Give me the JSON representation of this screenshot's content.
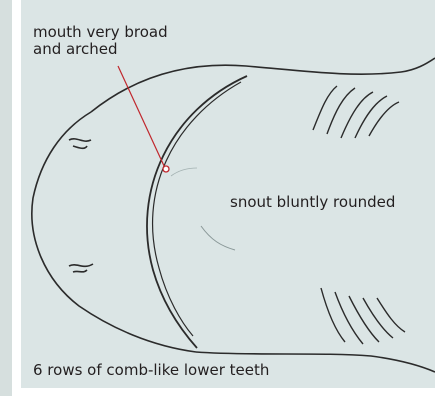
{
  "annotations": {
    "mouth_line1": "mouth very broad",
    "mouth_line2": "and arched",
    "snout": "snout bluntly rounded",
    "teeth": "6 rows of comb-like lower teeth"
  },
  "colors": {
    "panel_background": "#dbe5e5",
    "left_panel_background": "#d6dfde",
    "outline": "#2b2b2b",
    "pointer": "#c0272d"
  }
}
